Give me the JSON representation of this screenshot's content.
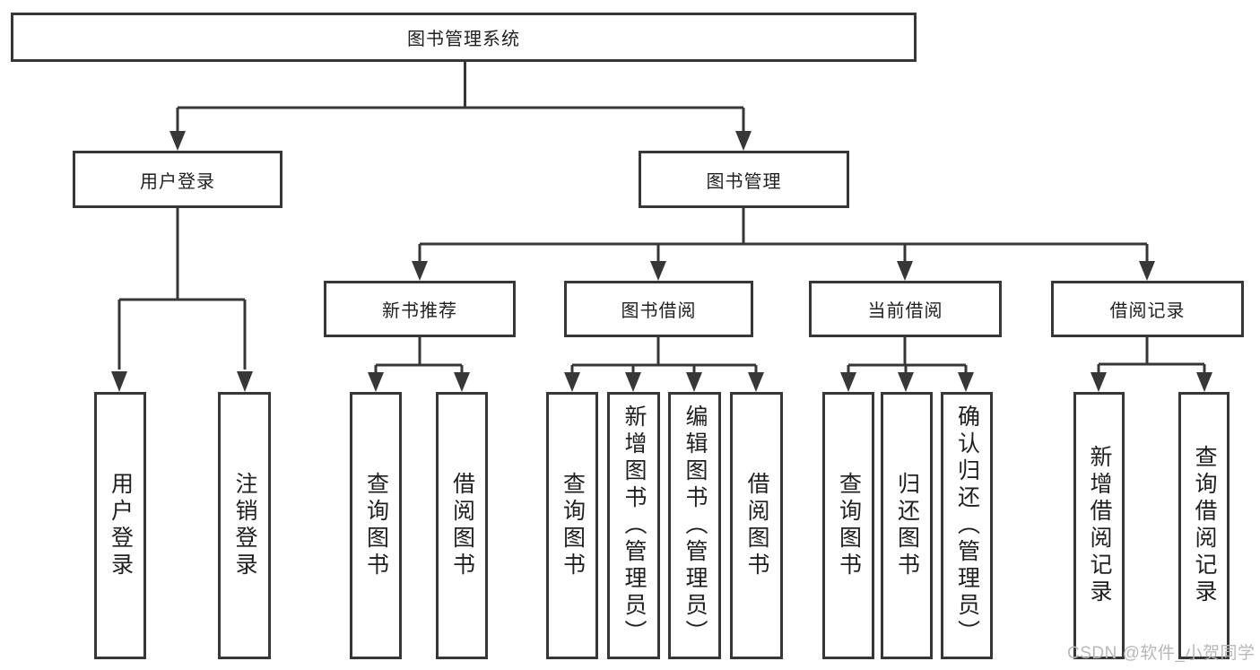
{
  "diagram": {
    "title_hint": "library-management-system-structure",
    "root": "图书管理系统",
    "level2": [
      "用户登录",
      "图书管理"
    ],
    "level3": [
      "新书推荐",
      "图书借阅",
      "当前借阅",
      "借阅记录"
    ],
    "leaves": {
      "user_login": [
        "用户登录",
        "注销登录"
      ],
      "new_book": [
        "查询图书",
        "借阅图书"
      ],
      "book_borrow": [
        "查询图书",
        "新增图书（管理员）",
        "编辑图书（管理员）",
        "借阅图书"
      ],
      "current_borrow": [
        "查询图书",
        "归还图书",
        "确认归还（管理员）"
      ],
      "borrow_record": [
        "新增借阅记录",
        "查询借阅记录"
      ]
    },
    "colors": {
      "line": "#373737",
      "text": "#1f1f1f",
      "watermark": "#b8b8b8",
      "background": "#ffffff"
    }
  },
  "watermark": "CSDN @软件_小贺同学"
}
